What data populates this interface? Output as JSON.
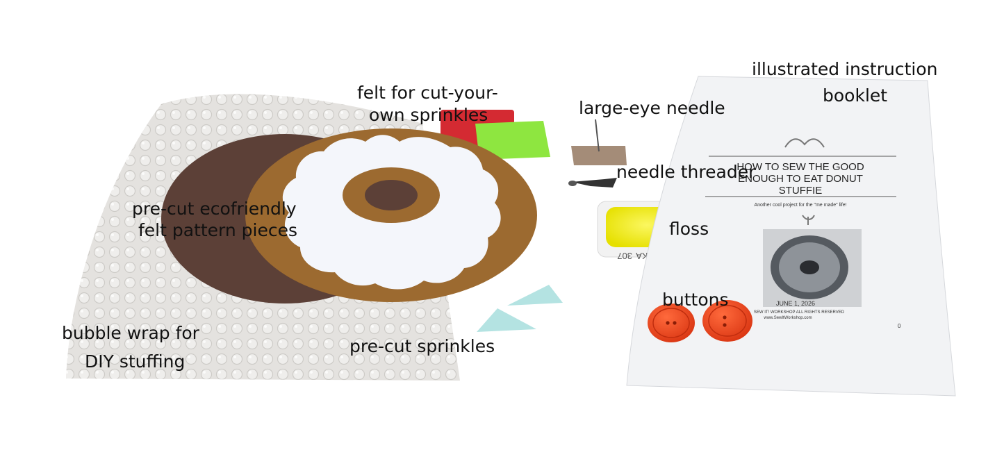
{
  "labels": {
    "booklet": [
      "illustrated instruction",
      "booklet"
    ],
    "felt_sprinkles": [
      "felt for cut-your-",
      "own sprinkles"
    ],
    "needle": "large-eye needle",
    "threader": "needle threader",
    "pattern_pieces": [
      "pre-cut ecofriendly",
      "felt pattern pieces"
    ],
    "floss": "floss",
    "buttons": "buttons",
    "bubble_wrap": [
      "bubble wrap for",
      "DIY stuffing"
    ],
    "precut_sprinkles": "pre-cut sprinkles"
  },
  "booklet": {
    "title": [
      "HOW TO SEW THE GOOD",
      "ENOUGH TO EAT DONUT",
      "STUFFIE"
    ],
    "tagline": "Another cool project for the \"me made\" life!",
    "date": "JUNE 1, 2026",
    "rights": "SEW IT! WORKSHOP    ALL RIGHTS RESERVED",
    "website": "www.SewItWorkshop.com",
    "page_number": "0"
  },
  "floss_card": {
    "brand": "OCZKA",
    "color_code": "307"
  },
  "colors": {
    "bubble_wrap": "#e4e2df",
    "dark_felt": "#5c4037",
    "tan_felt": "#9c6a30",
    "white_felt": "#f4f6fb",
    "red_felt": "#d42a32",
    "green_felt": "#8ee640",
    "aqua_felt": "#b4e3e2",
    "floss": "#f4f020",
    "buttons": "#ee4421",
    "booklet_paper": "#f2f3f5"
  }
}
